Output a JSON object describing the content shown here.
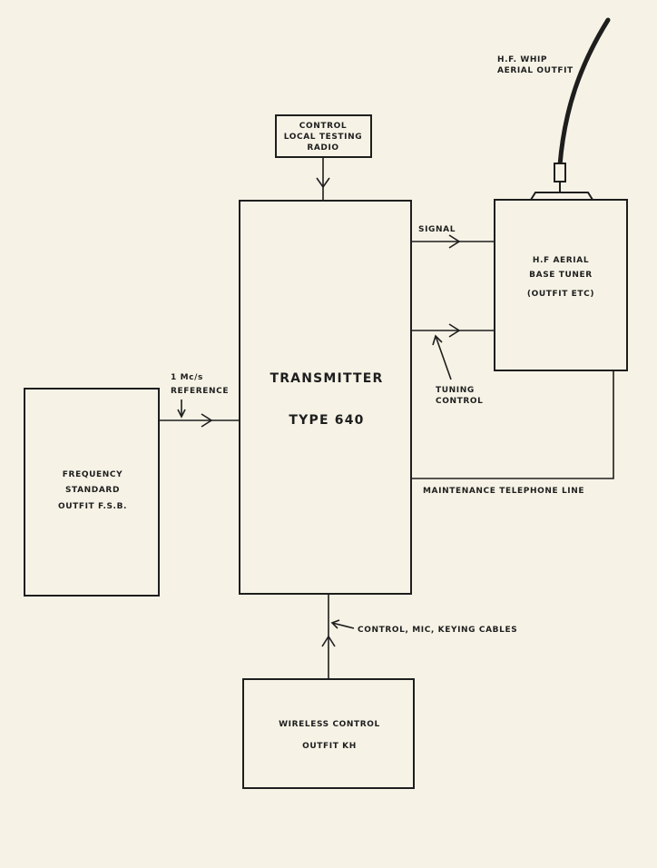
{
  "colors": {
    "paper": "#f6f3e6",
    "ink": "#1e1e1e"
  },
  "whip": {
    "label_line1": "H.F. WHIP",
    "label_line2": "AERIAL OUTFIT"
  },
  "control_box": {
    "line1": "CONTROL",
    "line2": "LOCAL TESTING",
    "line3": "RADIO"
  },
  "transmitter": {
    "line1": "TRANSMITTER",
    "line2": "TYPE 640"
  },
  "tuner": {
    "line1": "H.F AERIAL",
    "line2": "BASE TUNER",
    "line3": "(OUTFIT  ETC)"
  },
  "frequency_standard": {
    "line1": "FREQUENCY",
    "line2": "STANDARD",
    "line3": "OUTFIT  F.S.B."
  },
  "wireless_control": {
    "line1": "WIRELESS  CONTROL",
    "line2": "OUTFIT  KH"
  },
  "connections": {
    "signal": "SIGNAL",
    "tuning_line1": "TUNING",
    "tuning_line2": "CONTROL",
    "reference_line1": "1 Mc/s",
    "reference_line2": "REFERENCE",
    "maintenance": "MAINTENANCE  TELEPHONE  LINE",
    "cables": "CONTROL, MIC,  KEYING  CABLES"
  }
}
